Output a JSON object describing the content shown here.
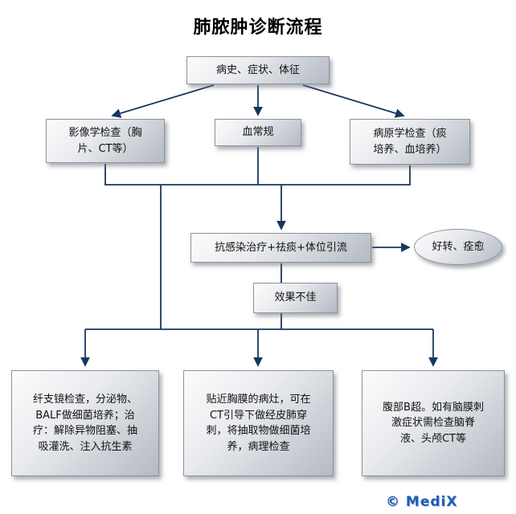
{
  "title": "肺脓肿诊断流程",
  "watermark": "© MediX",
  "colors": {
    "connector": "#17375E",
    "box_border": "#8c939c",
    "box_fill_light": "#fcfcfd",
    "box_fill_dark": "#b4bac3",
    "watermark_blue": "#1e5bb8"
  },
  "nodes": {
    "history": {
      "label": "病史、症状、体征"
    },
    "imaging": {
      "label": "影像学检查（胸片、CT等）"
    },
    "blood_test": {
      "label": "血常规"
    },
    "pathogen": {
      "label": "病原学检查（痰培养、血培养）"
    },
    "treatment": {
      "label": "抗感染治疗+祛痰+体位引流"
    },
    "recovery": {
      "label": "好转、痊愈"
    },
    "poor_response": {
      "label": "效果不佳"
    },
    "bronchoscopy": {
      "label": "纤支镜检查，分泌物、BALF做细菌培养；治疗：解除异物阻塞、抽吸灌洗、注入抗生素"
    },
    "ct_puncture": {
      "label": "贴近胸膜的病灶，可在CT引导下做经皮肺穿刺，将抽取物做细菌培养，病理检查"
    },
    "abdominal_ultrasound": {
      "label": "腹部B超。如有脑膜刺激症状需检查脑脊液、头颅CT等"
    }
  }
}
